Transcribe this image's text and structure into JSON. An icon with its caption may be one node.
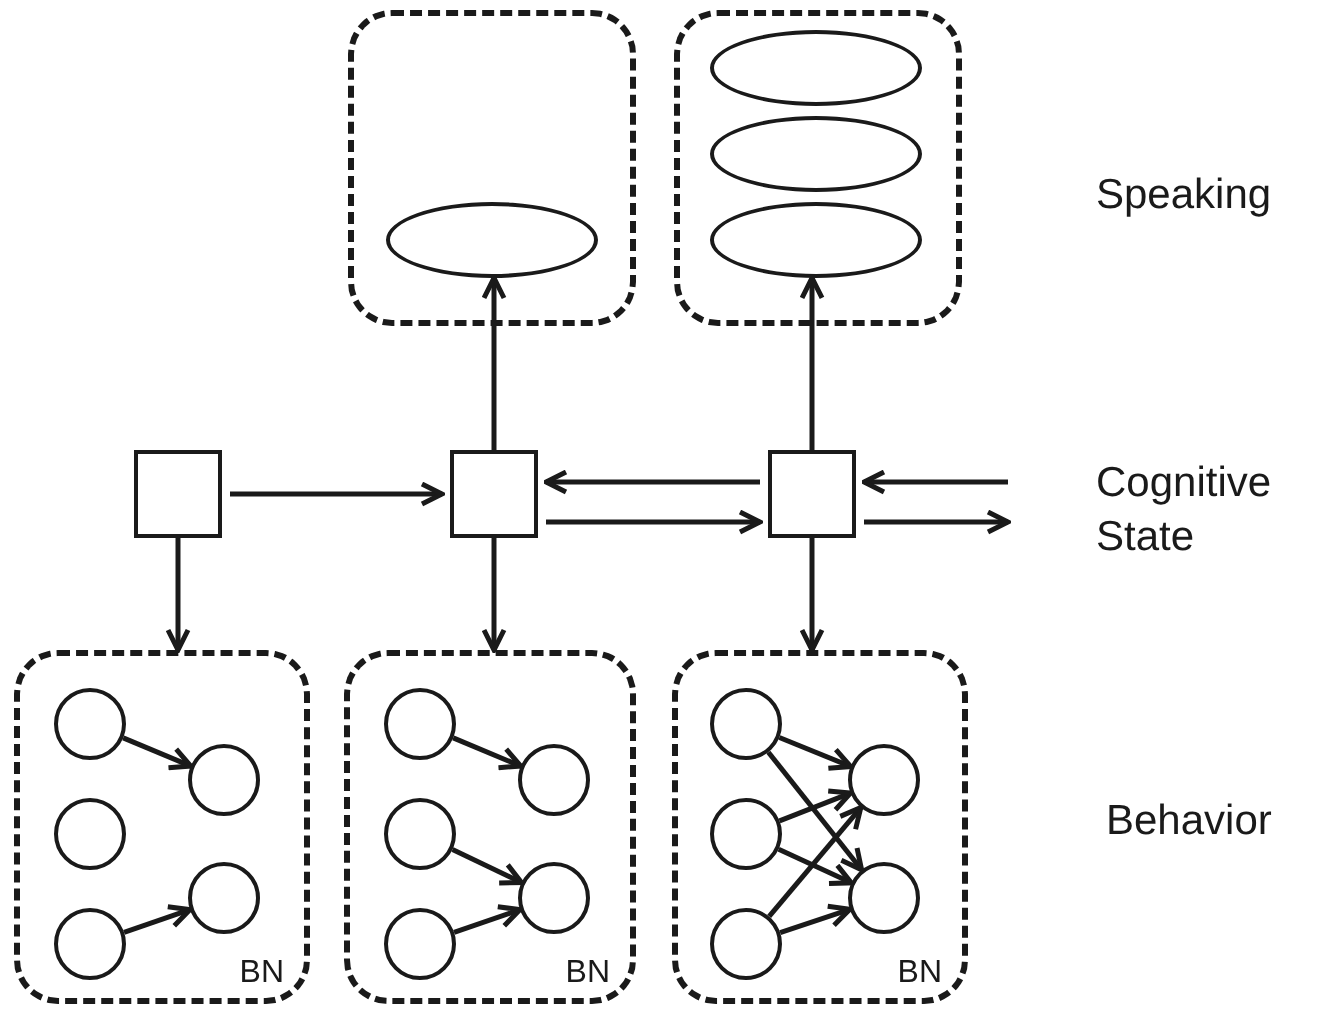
{
  "diagram": {
    "nodes": [
      {
        "text": [],
        "shape": "box"
      },
      {
        "text": [],
        "shape": "ellipse",
        "in": 0
      },
      {
        "text": [],
        "shape": "box"
      },
      {
        "text": [],
        "shape": "ellipse",
        "in": 2
      },
      {
        "text": [],
        "shape": "ellipse",
        "in": 2
      },
      {
        "text": [],
        "shape": "ellipse",
        "in": 2
      },
      {
        "text": [],
        "shape": "box"
      },
      {
        "text": [],
        "shape": "box"
      },
      {
        "text": [],
        "shape": "box"
      },
      {
        "text": [
          "BN"
        ]
      },
      {
        "text": [],
        "shape": "circle",
        "in": 9
      },
      {
        "text": [],
        "shape": "circle",
        "in": 9
      },
      {
        "text": [],
        "shape": "circle",
        "in": 9
      },
      {
        "text": [],
        "shape": "circle",
        "in": 9
      },
      {
        "text": [],
        "shape": "circle",
        "in": 9
      },
      {
        "text": [
          "BN"
        ]
      },
      {
        "text": [],
        "shape": "circle",
        "in": 15
      },
      {
        "text": [],
        "shape": "circle",
        "in": 15
      },
      {
        "text": [],
        "shape": "circle",
        "in": 15
      },
      {
        "text": [],
        "shape": "circle",
        "in": 15
      },
      {
        "text": [],
        "shape": "circle",
        "in": 15
      },
      {
        "text": [
          "BN"
        ]
      },
      {
        "text": [],
        "shape": "circle",
        "in": 21
      },
      {
        "text": [],
        "shape": "circle",
        "in": 21
      },
      {
        "text": [],
        "shape": "circle",
        "in": 21
      },
      {
        "text": [],
        "shape": "circle",
        "in": 21
      },
      {
        "text": [],
        "shape": "circle",
        "in": 21
      }
    ],
    "edges": [
      {
        "from": 6,
        "to": 7,
        "arrow": "to"
      },
      {
        "from": 8,
        "to": 7,
        "arrow": "to"
      },
      {
        "from": 7,
        "to": 8,
        "arrow": "to"
      },
      {
        "from": null,
        "to": 8,
        "arrow": "to"
      },
      {
        "from": 8,
        "to": null,
        "arrow": "to"
      },
      {
        "from": 7,
        "to": 1,
        "arrow": "to"
      },
      {
        "from": 8,
        "to": 5,
        "arrow": "to"
      },
      {
        "from": 6,
        "to": 9,
        "arrow": "to"
      },
      {
        "from": 7,
        "to": 15,
        "arrow": "to"
      },
      {
        "from": 8,
        "to": 21,
        "arrow": "to"
      },
      {
        "from": 10,
        "to": 13,
        "arrow": "to"
      },
      {
        "from": 12,
        "to": 14,
        "arrow": "to"
      },
      {
        "from": 16,
        "to": 19,
        "arrow": "to"
      },
      {
        "from": 17,
        "to": 20,
        "arrow": "to"
      },
      {
        "from": 18,
        "to": 20,
        "arrow": "to"
      },
      {
        "from": 22,
        "to": 25,
        "arrow": "to"
      },
      {
        "from": 22,
        "to": 26,
        "arrow": "to"
      },
      {
        "from": 23,
        "to": 25,
        "arrow": "to"
      },
      {
        "from": 23,
        "to": 26,
        "arrow": "to"
      },
      {
        "from": 24,
        "to": 25,
        "arrow": "to"
      },
      {
        "from": 24,
        "to": 26,
        "arrow": "to"
      }
    ],
    "labels": [
      "Speaking",
      "Cognitive State",
      "Behavior"
    ]
  }
}
